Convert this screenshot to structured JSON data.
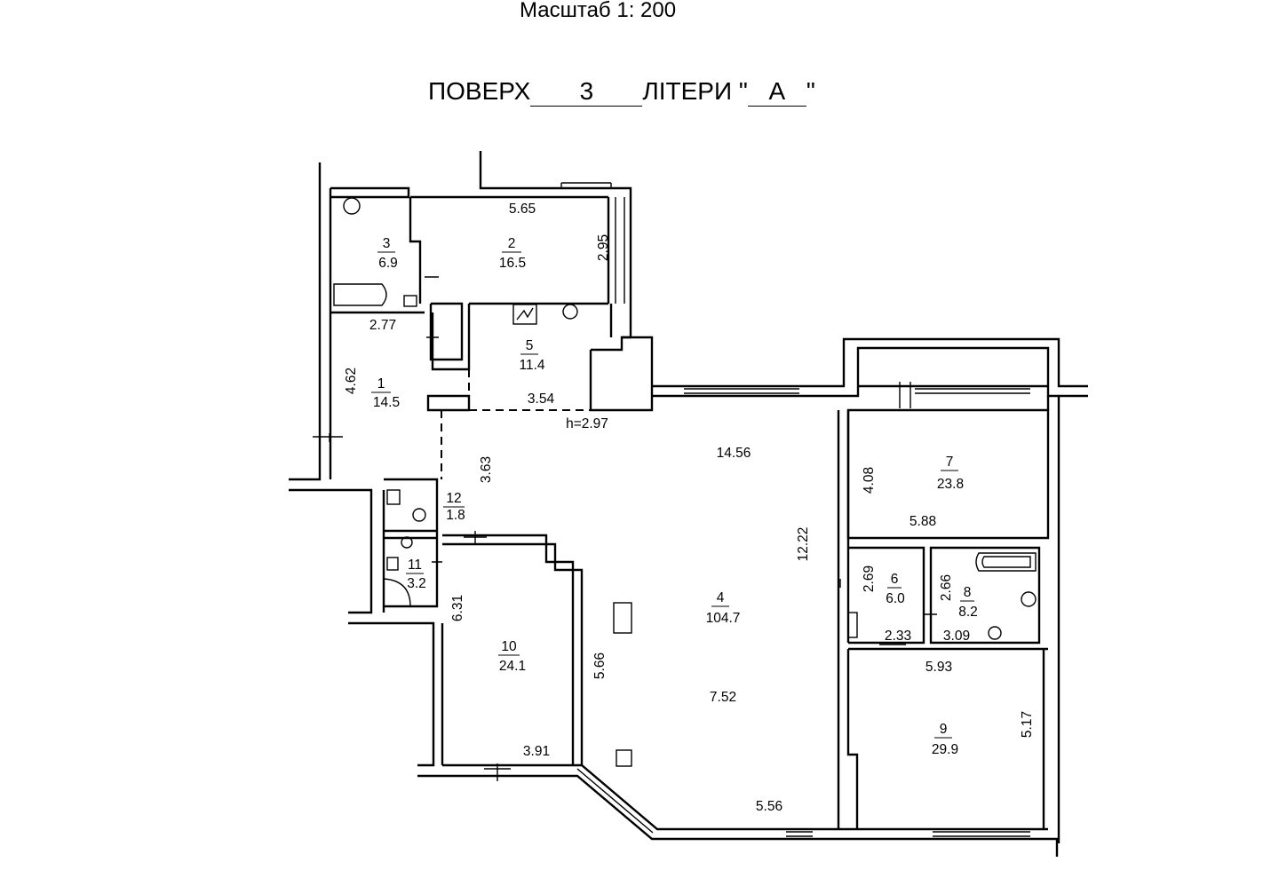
{
  "header": {
    "scale": "Масштаб 1: 200",
    "floor_prefix": "ПОВЕРХ",
    "floor_number": "3",
    "letter_prefix": "ЛІТЕРИ \"",
    "letter_value": "А",
    "letter_suffix": "\""
  },
  "rooms": [
    {
      "number": "1",
      "area": "14.5"
    },
    {
      "number": "2",
      "area": "16.5"
    },
    {
      "number": "3",
      "area": "6.9"
    },
    {
      "number": "4",
      "area": "104.7"
    },
    {
      "number": "5",
      "area": "11.4"
    },
    {
      "number": "6",
      "area": "6.0"
    },
    {
      "number": "7",
      "area": "23.8"
    },
    {
      "number": "8",
      "area": "8.2"
    },
    {
      "number": "9",
      "area": "29.9"
    },
    {
      "number": "10",
      "area": "24.1"
    },
    {
      "number": "11",
      "area": "3.2"
    },
    {
      "number": "12",
      "area": "1.8"
    }
  ],
  "dimensions": {
    "r2_width": "5.65",
    "r2_height": "2.95",
    "r3_width": "2.77",
    "r1_height": "4.62",
    "r5_width": "3.54",
    "ceiling_height": "h=2.97",
    "r4_top": "14.56",
    "r4_left_upper": "3.63",
    "r4_right": "12.22",
    "r4_mid": "7.52",
    "r4_left_lower": "5.66",
    "r4_bottom": "5.56",
    "r7_height": "4.08",
    "r7_width": "5.88",
    "r6_height": "2.69",
    "r6_width": "2.33",
    "r8_height": "2.66",
    "r8_width": "3.09",
    "r9_width": "5.93",
    "r9_height": "5.17",
    "r10_height": "6.31",
    "r10_width": "3.91"
  }
}
